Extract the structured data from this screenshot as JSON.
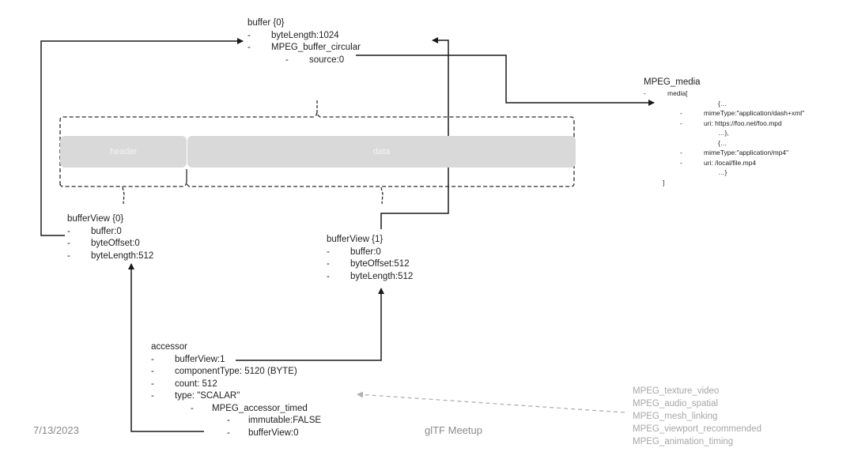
{
  "buffer": {
    "title": "buffer {0}",
    "items": [
      {
        "bullet": "-",
        "text": "byteLength:1024",
        "level": 1
      },
      {
        "bullet": "-",
        "text": "MPEG_buffer_circular",
        "level": 1
      },
      {
        "bullet": "-",
        "text": "source:0",
        "level": 2
      }
    ]
  },
  "mpeg_media": {
    "title": "MPEG_media",
    "items": [
      {
        "bullet": "-",
        "text": "media[",
        "level": 1
      },
      {
        "bullet": "",
        "text": "{…",
        "level": 3
      },
      {
        "bullet": "-",
        "text": "mimeType:\"application/dash+xml\"",
        "level": 2
      },
      {
        "bullet": "-",
        "text": "uri: https://foo.net/foo.mpd",
        "level": 2
      },
      {
        "bullet": "",
        "text": "…},",
        "level": 3
      },
      {
        "bullet": "",
        "text": "{…",
        "level": 3
      },
      {
        "bullet": "-",
        "text": "mimeType:\"application/mp4\"",
        "level": 2
      },
      {
        "bullet": "-",
        "text": "uri: /local/file.mp4",
        "level": 2
      },
      {
        "bullet": "",
        "text": "…}",
        "level": 3
      },
      {
        "bullet": "",
        "text": "]",
        "level": 0
      }
    ]
  },
  "buffer_bar": {
    "header_label": "header",
    "data_label": "data"
  },
  "buffer_view_0": {
    "title": "bufferView {0}",
    "items": [
      {
        "bullet": "-",
        "text": "buffer:0"
      },
      {
        "bullet": "-",
        "text": "byteOffset:0"
      },
      {
        "bullet": "-",
        "text": "byteLength:512"
      }
    ]
  },
  "buffer_view_1": {
    "title": "bufferView {1}",
    "items": [
      {
        "bullet": "-",
        "text": "buffer:0"
      },
      {
        "bullet": "-",
        "text": "byteOffset:512"
      },
      {
        "bullet": "-",
        "text": "byteLength:512"
      }
    ]
  },
  "accessor": {
    "title": "accessor",
    "items": [
      {
        "bullet": "-",
        "text": "bufferView:1",
        "level": 1
      },
      {
        "bullet": "-",
        "text": "componentType: 5120 (BYTE)",
        "level": 1
      },
      {
        "bullet": "-",
        "text": "count: 512",
        "level": 1
      },
      {
        "bullet": "-",
        "text": "type: \"SCALAR\"",
        "level": 1
      },
      {
        "bullet": "-",
        "text": "MPEG_accessor_timed",
        "level": 2
      },
      {
        "bullet": "-",
        "text": "immutable:FALSE",
        "level": 3
      },
      {
        "bullet": "-",
        "text": "bufferView:0",
        "level": 3
      }
    ]
  },
  "extensions": [
    "MPEG_texture_video",
    "MPEG_audio_spatial",
    "MPEG_mesh_linking",
    "MPEG_viewport_recommended",
    "MPEG_animation_timing"
  ],
  "footer": {
    "date": "7/13/2023",
    "title": "glTF Meetup"
  },
  "colors": {
    "line": "#1a1a1a",
    "bar_fill": "#d9d9d9",
    "muted_text": "#a6a6a6"
  }
}
